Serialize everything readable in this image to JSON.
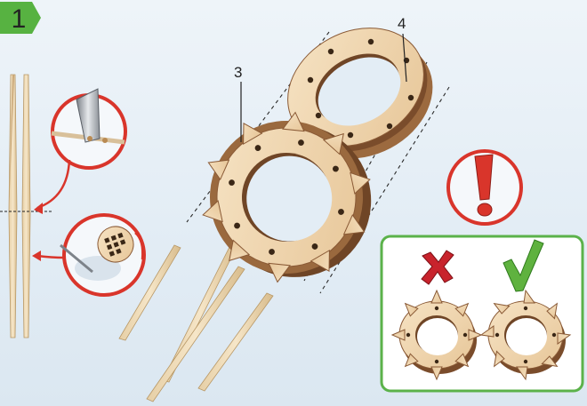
{
  "step": {
    "number": "1"
  },
  "callouts": {
    "part_3": "3",
    "part_4": "4"
  },
  "panels": {
    "compare": {
      "wrong_icon": "cross-mark",
      "right_icon": "check-mark"
    },
    "warning": {
      "icon": "exclamation-mark"
    }
  },
  "colors": {
    "step_badge": "#57b241",
    "compare_border": "#5bb24a",
    "warning_ring": "#d9352b",
    "cross": "#c8232c",
    "check": "#5fb23f",
    "wood_light": "#f2dcb8",
    "wood_edge": "#8a5a36"
  }
}
